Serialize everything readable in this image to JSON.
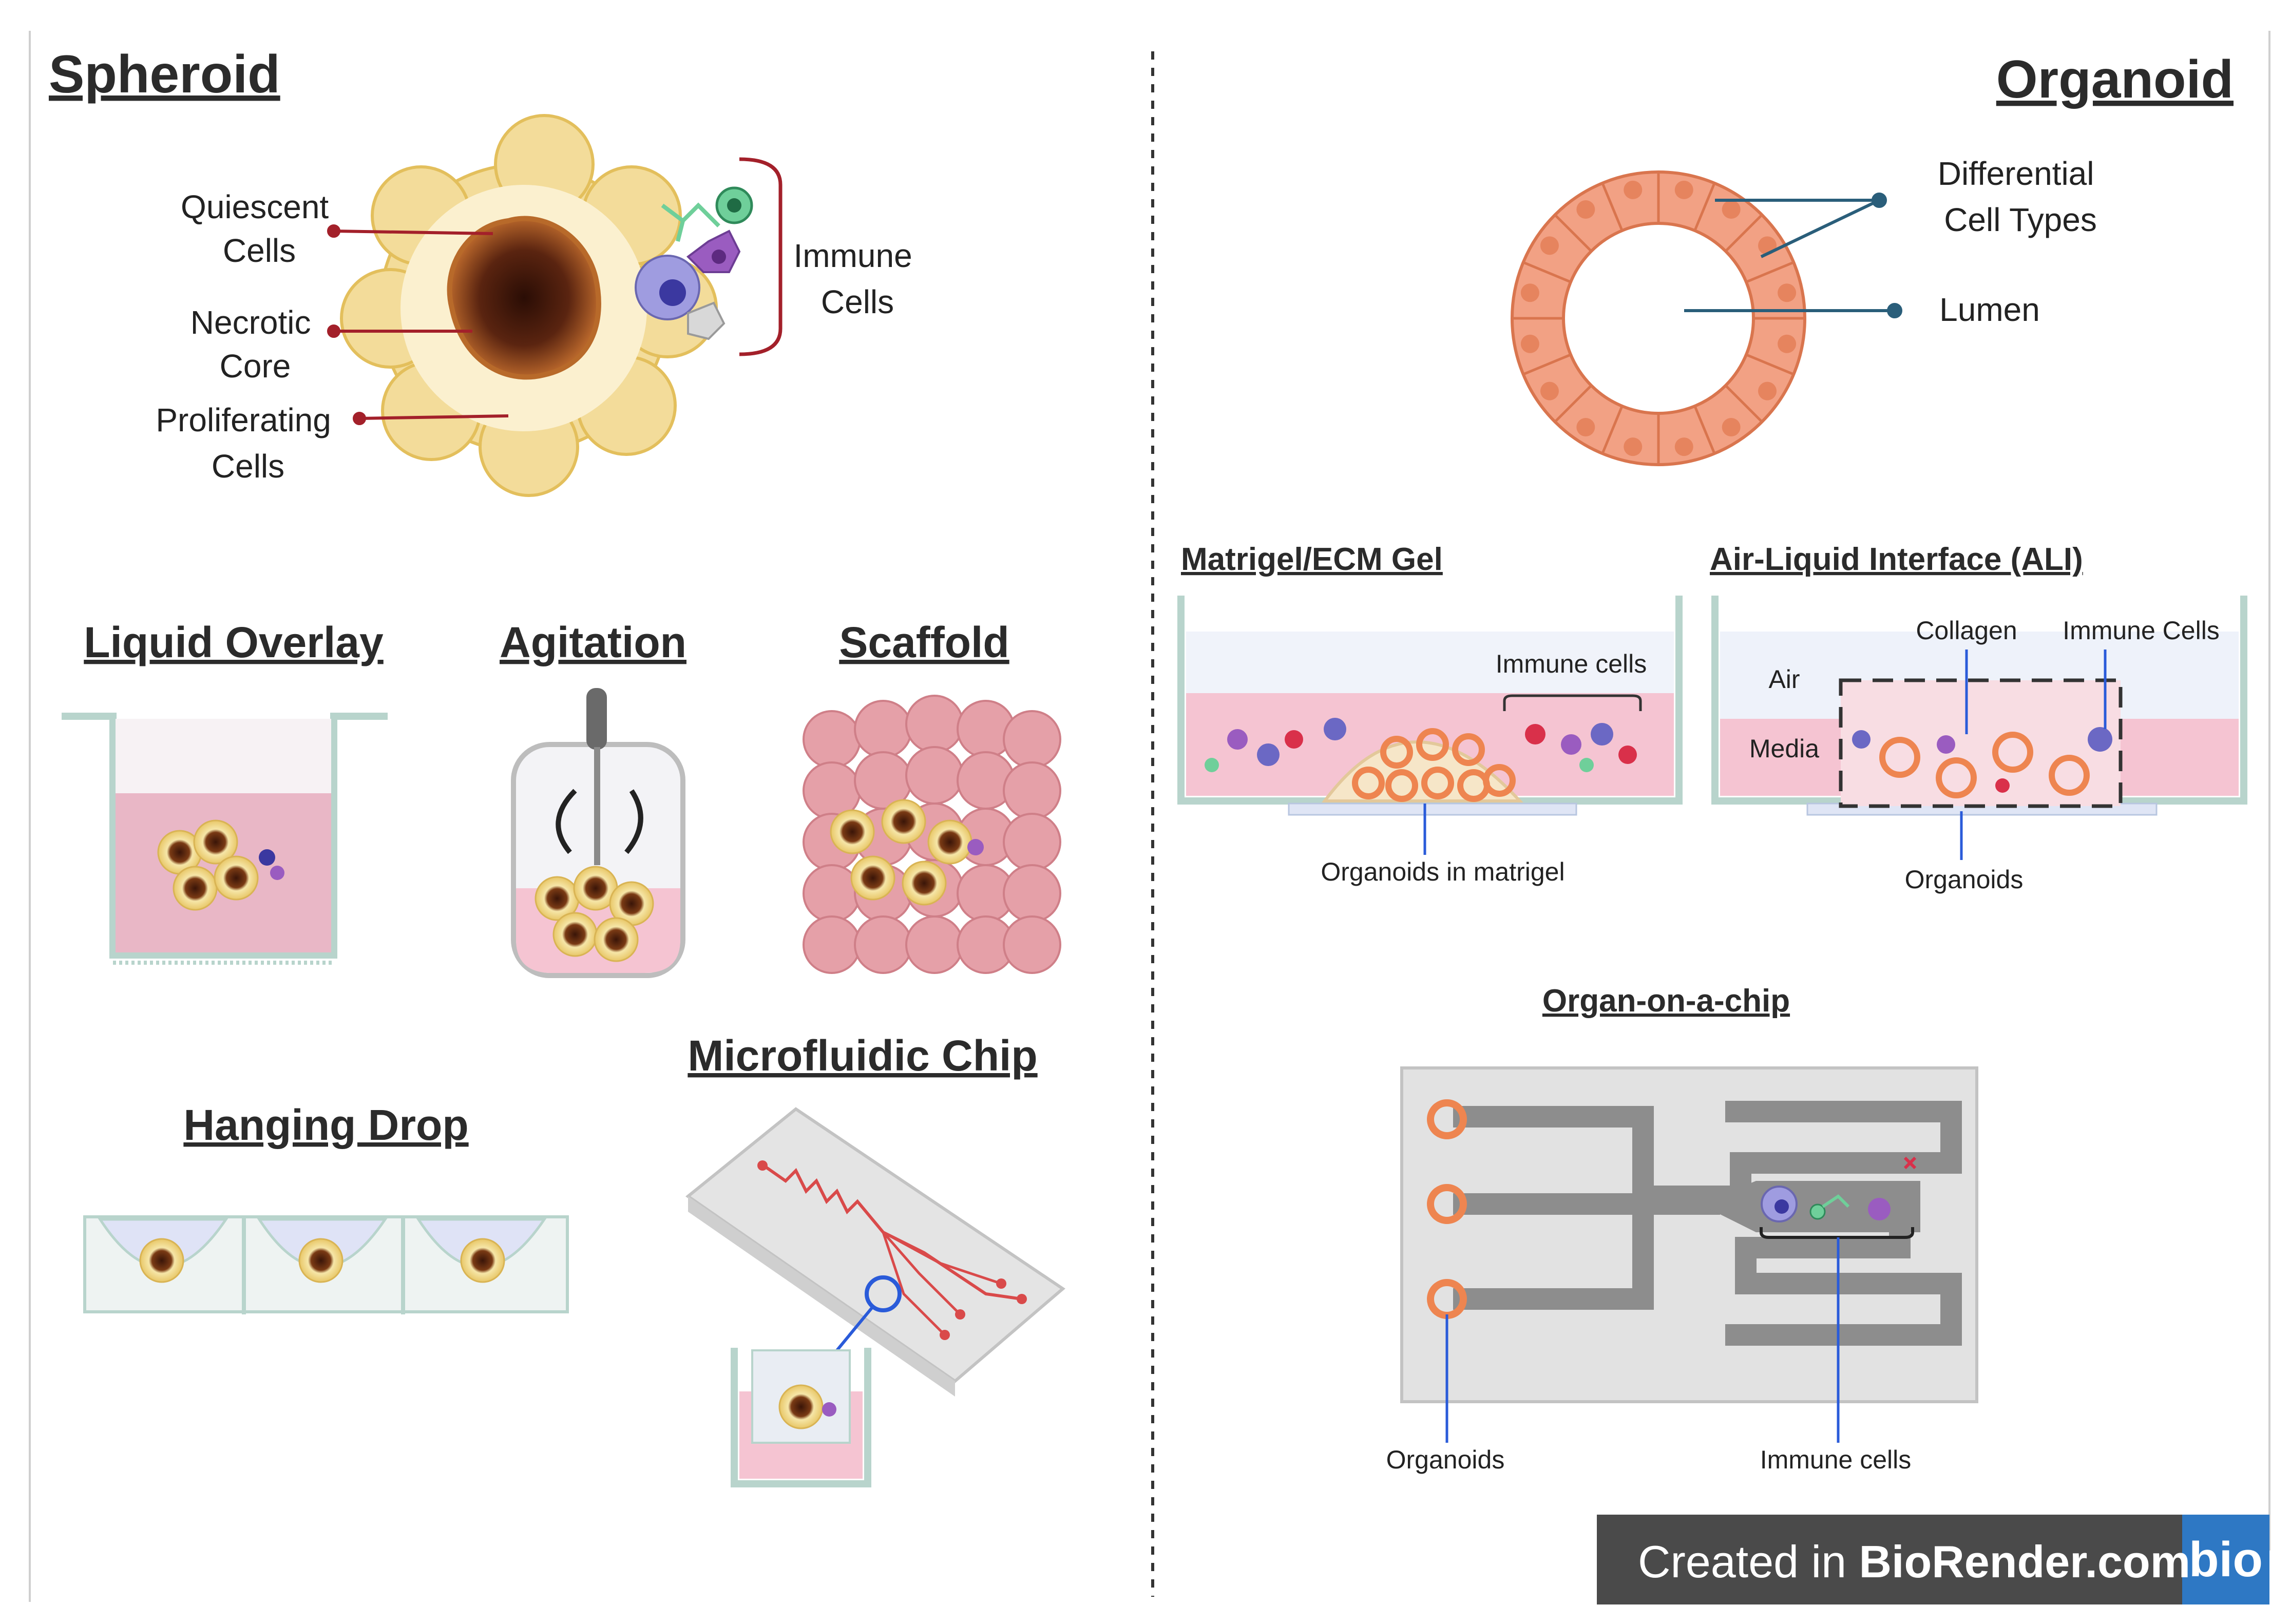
{
  "spheroid": {
    "title": "Spheroid",
    "labels": {
      "quiescent": [
        "Quiescent",
        "Cells"
      ],
      "necrotic": [
        "Necrotic",
        "Core"
      ],
      "proliferating": [
        "Proliferating",
        "Cells"
      ],
      "immune": [
        "Immune",
        "Cells"
      ]
    },
    "methods": {
      "liquid_overlay": "Liquid Overlay",
      "agitation": "Agitation",
      "scaffold": "Scaffold",
      "hanging_drop": "Hanging Drop",
      "microfluidic": "Microfluidic Chip"
    }
  },
  "organoid": {
    "title": "Organoid",
    "labels": {
      "differential": [
        "Differential",
        "Cell Types"
      ],
      "lumen": "Lumen"
    },
    "matrigel": {
      "title": "Matrigel/ECM Gel",
      "immune": "Immune cells",
      "organoids": "Organoids in matrigel"
    },
    "ali": {
      "title": "Air-Liquid Interface (ALI)",
      "collagen": "Collagen",
      "immune": "Immune Cells",
      "air": "Air",
      "media": "Media",
      "organoids": "Organoids"
    },
    "chip": {
      "title": "Organ-on-a-chip",
      "organoids": "Organoids",
      "immune": "Immune cells"
    }
  },
  "badge": {
    "prefix": "Created in ",
    "brand": "BioRender.com",
    "logo": "bio"
  },
  "colors": {
    "spheroid_outer": "#f3dc9a",
    "spheroid_inner": "#fbf0cf",
    "necrotic": "#5a2410",
    "pink_media": "#f2c1cf",
    "organoid_cell": "#f2a184",
    "leader_red": "#a3202a",
    "leader_blue": "#2a5e7a",
    "badge_bg": "#4a4a4a",
    "badge_logo": "#2e78c4"
  }
}
